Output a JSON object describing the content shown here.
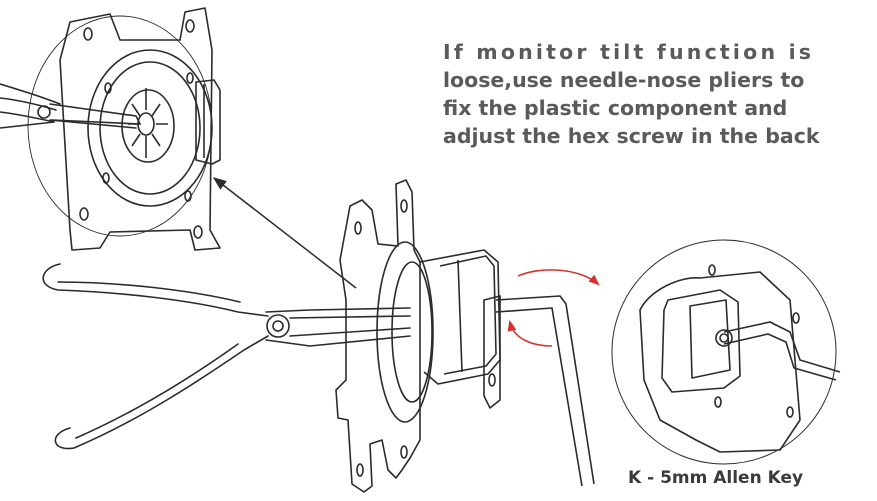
{
  "instruction": {
    "lines": [
      "If monitor tilt function is",
      "loose,use needle-nose pliers to",
      "fix the plastic component and",
      "adjust the hex screw in the back"
    ]
  },
  "caption": {
    "text": "K -  5mm Allen Key"
  },
  "colors": {
    "line": "#2b2b2b",
    "text": "#5a5a5c",
    "accent_arrow": "#d6332e"
  },
  "icons": {
    "rotation": "curved-rotation-arrow-icon",
    "pointer": "pointer-arrow-icon"
  }
}
